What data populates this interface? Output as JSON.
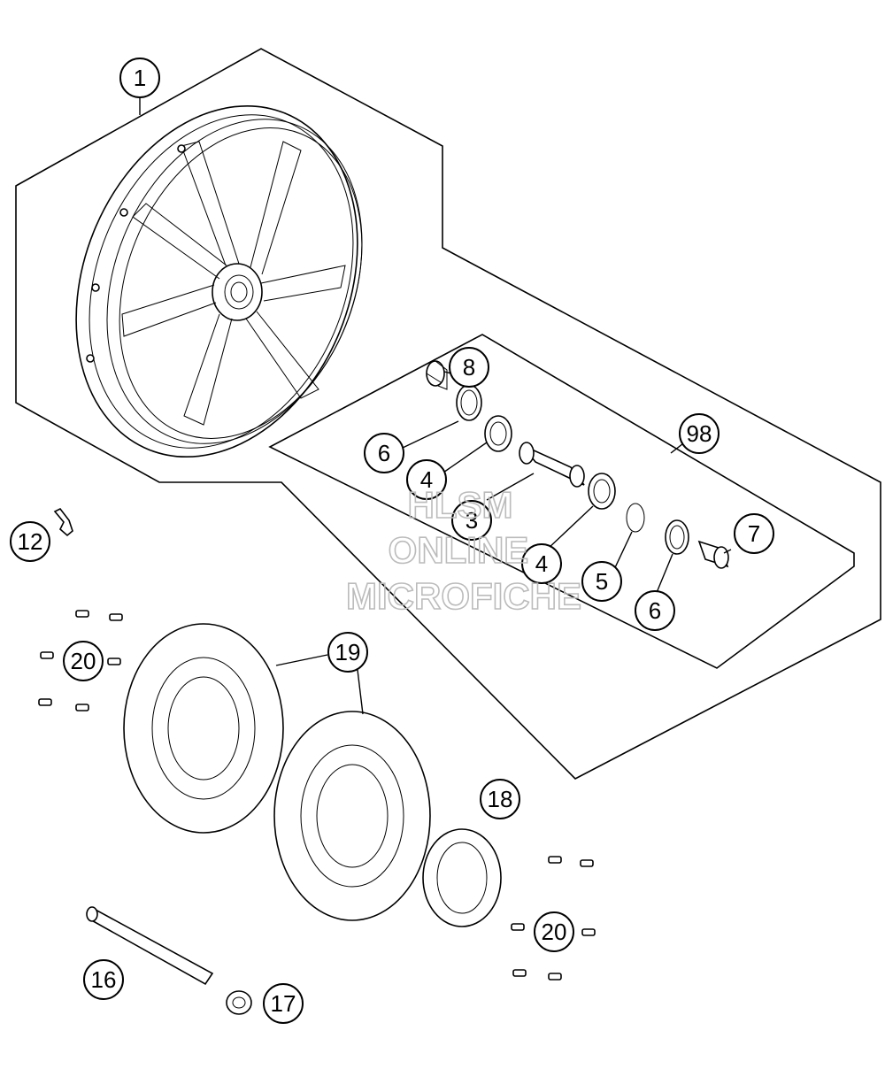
{
  "callouts": {
    "c1": "1",
    "c8": "8",
    "c6a": "6",
    "c4a": "4",
    "c3": "3",
    "c98": "98",
    "c7": "7",
    "c4b": "4",
    "c5": "5",
    "c6b": "6",
    "c12": "12",
    "c20a": "20",
    "c19": "19",
    "c18": "18",
    "c20b": "20",
    "c16": "16",
    "c17": "17"
  },
  "watermark": {
    "line1": "HLSM",
    "line2": "ONLINE",
    "line3": "MICROFICHE",
    "color": "#bbbbbb"
  },
  "colors": {
    "line": "#000000",
    "background": "#ffffff"
  }
}
